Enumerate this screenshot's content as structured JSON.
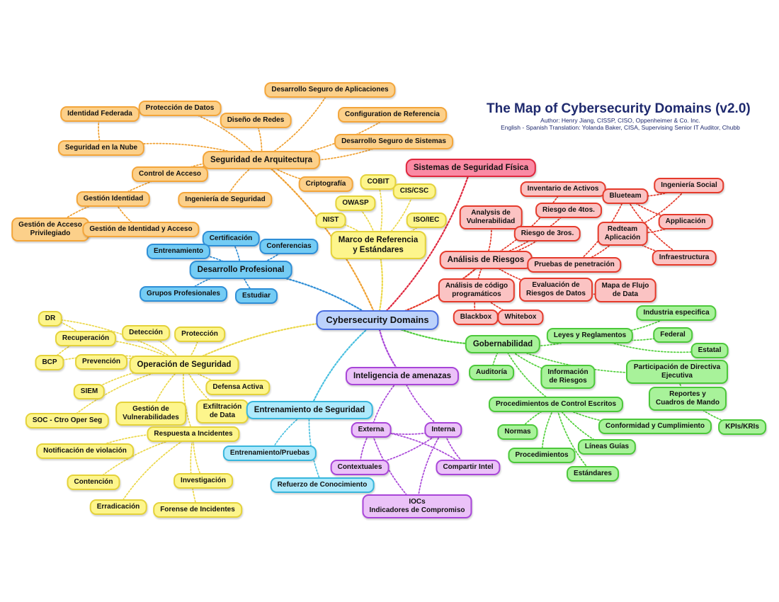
{
  "header": {
    "title": "The Map of Cybersecurity Domains (v2.0)",
    "author": "Author: Henry Jiang, CISSP, CISO, Oppenheimer & Co. Inc.",
    "translation": "English - Spanish Translation: Yolanda Baker, CISA, Supervising Senior IT Auditor, Chubb"
  },
  "colors": {
    "orange": {
      "fill": "#fcd08a",
      "border": "#f3a53a",
      "line": "#f0a030"
    },
    "yellow": {
      "fill": "#fdf58c",
      "border": "#e4d23a",
      "line": "#ecd84a"
    },
    "blue": {
      "fill": "#74ccf4",
      "border": "#2e8ed6",
      "line": "#2e8ed6"
    },
    "cyan": {
      "fill": "#aeeafc",
      "border": "#38b6dc",
      "line": "#4ac0e0"
    },
    "red": {
      "fill": "#fbc3c3",
      "border": "#e53a2b",
      "line": "#e53a2b"
    },
    "pink": {
      "fill": "#fa8aa4",
      "border": "#e0283e",
      "line": "#e0283e"
    },
    "green": {
      "fill": "#a8f29a",
      "border": "#4cc83a",
      "line": "#52d03c"
    },
    "purple": {
      "fill": "#ebc2f8",
      "border": "#a845d8",
      "line": "#a845d8"
    },
    "root": {
      "fill": "#bcd2fb",
      "border": "#4a6ee0",
      "line": "#4a6ee0"
    }
  },
  "nodes": [
    {
      "id": "root",
      "label": "Cybersecurity Domains",
      "color": "root",
      "size": "root"
    },
    {
      "id": "arq",
      "label": "Seguridad de Arquitectuŗa",
      "color": "orange",
      "size": "big"
    },
    {
      "id": "dsa",
      "label": "Desarrollo Seguro de Aplicaciones",
      "color": "orange"
    },
    {
      "id": "pdd",
      "label": "Protección de Datos",
      "color": "orange"
    },
    {
      "id": "idf",
      "label": "Identidad Federada",
      "color": "orange"
    },
    {
      "id": "ddr",
      "label": "Diseño de Redes",
      "color": "orange"
    },
    {
      "id": "cdr",
      "label": "Configuration de Referencia",
      "color": "orange"
    },
    {
      "id": "dss",
      "label": "Desarrollo Seguro de Sistemas",
      "color": "orange"
    },
    {
      "id": "sen",
      "label": "Seguridad en la Nube",
      "color": "orange"
    },
    {
      "id": "cda",
      "label": "Control de Acceso",
      "color": "orange"
    },
    {
      "id": "gid",
      "label": "Gestión Identidad",
      "color": "orange"
    },
    {
      "id": "crp",
      "label": "Criptografía",
      "color": "orange"
    },
    {
      "id": "ids",
      "label": "Ingeniería de Seguridad",
      "color": "orange"
    },
    {
      "id": "gap",
      "label": "Gestión de Acceso\nPrivilegiado",
      "color": "orange"
    },
    {
      "id": "gia",
      "label": "Gestión de Identidad y Acceso",
      "color": "orange"
    },
    {
      "id": "sf",
      "label": "Sistemas de Seguridad Física",
      "color": "pink",
      "size": "big"
    },
    {
      "id": "mre",
      "label": "Marco de Referencia\ny Estándares",
      "color": "yellow",
      "size": "big"
    },
    {
      "id": "cob",
      "label": "COBIT",
      "color": "yellow"
    },
    {
      "id": "cis",
      "label": "CIS/CSC",
      "color": "yellow"
    },
    {
      "id": "owa",
      "label": "OWASP",
      "color": "yellow"
    },
    {
      "id": "nis",
      "label": "NIST",
      "color": "yellow"
    },
    {
      "id": "iso",
      "label": "ISO/IEC",
      "color": "yellow"
    },
    {
      "id": "dp",
      "label": "Desarrollo Profesional",
      "color": "blue",
      "size": "big"
    },
    {
      "id": "cer",
      "label": "Certificación",
      "color": "blue"
    },
    {
      "id": "con",
      "label": "Conferencias",
      "color": "blue"
    },
    {
      "id": "ent",
      "label": "Entrenamiento",
      "color": "blue"
    },
    {
      "id": "gpr",
      "label": "Grupos Profesionales",
      "color": "blue"
    },
    {
      "id": "est",
      "label": "Estudiar",
      "color": "blue"
    },
    {
      "id": "ar",
      "label": "Análisis de Riesgos",
      "color": "red",
      "size": "big"
    },
    {
      "id": "ina",
      "label": "Inventario de Activos",
      "color": "red"
    },
    {
      "id": "avu",
      "label": "Analysis de\nVulnerabilidad",
      "color": "red"
    },
    {
      "id": "r4",
      "label": "Riesgo de 4tos.",
      "color": "red"
    },
    {
      "id": "r3",
      "label": "Riesgo de 3ros.",
      "color": "red"
    },
    {
      "id": "blu",
      "label": "Blueteam",
      "color": "red"
    },
    {
      "id": "ins",
      "label": "Ingeniería Social",
      "color": "red"
    },
    {
      "id": "red",
      "label": "Redteam\nAplicación",
      "color": "red"
    },
    {
      "id": "app",
      "label": "Applicación",
      "color": "red"
    },
    {
      "id": "inf",
      "label": "Infraestructura",
      "color": "red"
    },
    {
      "id": "pdp",
      "label": "Pruebas de penetración",
      "color": "red"
    },
    {
      "id": "acp",
      "label": "Análisis de código\nprogramáticos",
      "color": "red"
    },
    {
      "id": "erd",
      "label": "Evaluación de\nRiesgos de Datos",
      "color": "red"
    },
    {
      "id": "mfd",
      "label": "Mapa de Flujo\nde Data",
      "color": "red"
    },
    {
      "id": "bbx",
      "label": "Blackbox",
      "color": "red"
    },
    {
      "id": "wbx",
      "label": "Whitebox",
      "color": "red"
    },
    {
      "id": "os",
      "label": "Operación de Seguridad",
      "color": "yellow",
      "size": "big"
    },
    {
      "id": "dr",
      "label": "DR",
      "color": "yellow"
    },
    {
      "id": "rec",
      "label": "Recuperación",
      "color": "yellow"
    },
    {
      "id": "det",
      "label": "Detección",
      "color": "yellow"
    },
    {
      "id": "pro",
      "label": "Protección",
      "color": "yellow"
    },
    {
      "id": "bcp",
      "label": "BCP",
      "color": "yellow"
    },
    {
      "id": "pre",
      "label": "Prevención",
      "color": "yellow"
    },
    {
      "id": "siem",
      "label": "SIEM",
      "color": "yellow"
    },
    {
      "id": "dfa",
      "label": "Defensa Activa",
      "color": "yellow"
    },
    {
      "id": "gvu",
      "label": "Gestión de\nVulnerabilidades",
      "color": "yellow"
    },
    {
      "id": "exf",
      "label": "Exfiltración\nde Data",
      "color": "yellow"
    },
    {
      "id": "soc",
      "label": "SOC -  Ctro Oper Seg",
      "color": "yellow"
    },
    {
      "id": "rai",
      "label": "Respuesta a Incidentes",
      "color": "yellow"
    },
    {
      "id": "ndv",
      "label": "Notificación de violación",
      "color": "yellow"
    },
    {
      "id": "cnt",
      "label": "Contención",
      "color": "yellow"
    },
    {
      "id": "inv",
      "label": "Investigación",
      "color": "yellow"
    },
    {
      "id": "err",
      "label": "Erradicación",
      "color": "yellow"
    },
    {
      "id": "fdi",
      "label": "Forense de Incidentes",
      "color": "yellow"
    },
    {
      "id": "es",
      "label": "Entrenamiento de Seguridad",
      "color": "cyan",
      "size": "big"
    },
    {
      "id": "enp",
      "label": "Entrenamiento/Pruebas",
      "color": "cyan"
    },
    {
      "id": "rfc",
      "label": "Refuerzo de Conocimiento",
      "color": "cyan"
    },
    {
      "id": "ia",
      "label": "Inteligencia de amenazas",
      "color": "purple",
      "size": "big"
    },
    {
      "id": "ext",
      "label": "Externa",
      "color": "purple"
    },
    {
      "id": "int",
      "label": "Interna",
      "color": "purple"
    },
    {
      "id": "ctx",
      "label": "Contextuales",
      "color": "purple"
    },
    {
      "id": "cin",
      "label": "Compartir Intel",
      "color": "purple"
    },
    {
      "id": "ioc",
      "label": "IOCs\nIndicadores de Compromiso",
      "color": "purple"
    },
    {
      "id": "gob",
      "label": "Gobernabilidad",
      "color": "green",
      "size": "big"
    },
    {
      "id": "lyr",
      "label": "Leyes y Reglamentos",
      "color": "green"
    },
    {
      "id": "iesp",
      "label": "Industria especifica",
      "color": "green"
    },
    {
      "id": "fed",
      "label": "Federal",
      "color": "green"
    },
    {
      "id": "esta",
      "label": "Estatal",
      "color": "green"
    },
    {
      "id": "aud",
      "label": "Auditoría",
      "color": "green"
    },
    {
      "id": "idr",
      "label": "Información\nde Riesgos",
      "color": "green"
    },
    {
      "id": "pde",
      "label": "Participación de Directiva Ejecutiva",
      "color": "green"
    },
    {
      "id": "ryc",
      "label": "Reportes y\nCuadros de Mando",
      "color": "green"
    },
    {
      "id": "kpi",
      "label": "KPIs/KRIs",
      "color": "green"
    },
    {
      "id": "pce",
      "label": "Procedimientos de Control Escritos",
      "color": "green"
    },
    {
      "id": "nor",
      "label": "Normas",
      "color": "green"
    },
    {
      "id": "cyc",
      "label": "Conformidad y Cumplimiento",
      "color": "green"
    },
    {
      "id": "prc",
      "label": "Procedimientos",
      "color": "green"
    },
    {
      "id": "lg",
      "label": "Líneas Guías",
      "color": "green"
    },
    {
      "id": "std",
      "label": "Estándares",
      "color": "green"
    }
  ],
  "links": [
    [
      "root",
      "arq",
      "orange"
    ],
    [
      "root",
      "sf",
      "pink"
    ],
    [
      "root",
      "mre",
      "yellow"
    ],
    [
      "root",
      "dp",
      "blue"
    ],
    [
      "root",
      "ar",
      "red"
    ],
    [
      "root",
      "os",
      "yellow"
    ],
    [
      "root",
      "es",
      "cyan"
    ],
    [
      "root",
      "ia",
      "purple"
    ],
    [
      "root",
      "gob",
      "green"
    ],
    [
      "arq",
      "dsa",
      "orange"
    ],
    [
      "arq",
      "pdd",
      "orange"
    ],
    [
      "arq",
      "ddr",
      "orange"
    ],
    [
      "arq",
      "cdr",
      "orange"
    ],
    [
      "arq",
      "dss",
      "orange"
    ],
    [
      "arq",
      "sen",
      "orange"
    ],
    [
      "idf",
      "sen",
      "orange"
    ],
    [
      "arq",
      "cda",
      "orange"
    ],
    [
      "arq",
      "gid",
      "orange"
    ],
    [
      "arq",
      "crp",
      "orange"
    ],
    [
      "arq",
      "ids",
      "orange"
    ],
    [
      "gid",
      "gap",
      "orange"
    ],
    [
      "gid",
      "gia",
      "orange"
    ],
    [
      "mre",
      "cob",
      "yellow"
    ],
    [
      "mre",
      "cis",
      "yellow"
    ],
    [
      "mre",
      "owa",
      "yellow"
    ],
    [
      "mre",
      "nis",
      "yellow"
    ],
    [
      "mre",
      "iso",
      "yellow"
    ],
    [
      "dp",
      "cer",
      "blue"
    ],
    [
      "dp",
      "con",
      "blue"
    ],
    [
      "dp",
      "ent",
      "blue"
    ],
    [
      "dp",
      "gpr",
      "blue"
    ],
    [
      "dp",
      "est",
      "blue"
    ],
    [
      "ar",
      "ina",
      "red"
    ],
    [
      "ar",
      "avu",
      "red"
    ],
    [
      "ar",
      "r4",
      "red"
    ],
    [
      "ar",
      "r3",
      "red"
    ],
    [
      "ar",
      "pdp",
      "red"
    ],
    [
      "ar",
      "acp",
      "red"
    ],
    [
      "ar",
      "erd",
      "red"
    ],
    [
      "pdp",
      "blu",
      "red"
    ],
    [
      "pdp",
      "red",
      "red"
    ],
    [
      "erd",
      "mfd",
      "red"
    ],
    [
      "acp",
      "bbx",
      "red"
    ],
    [
      "acp",
      "wbx",
      "red"
    ],
    [
      "blu",
      "ins",
      "red"
    ],
    [
      "blu",
      "app",
      "red"
    ],
    [
      "blu",
      "inf",
      "red"
    ],
    [
      "red",
      "ins",
      "red"
    ],
    [
      "red",
      "app",
      "red"
    ],
    [
      "red",
      "inf",
      "red"
    ],
    [
      "os",
      "dr",
      "yellow"
    ],
    [
      "os",
      "rec",
      "yellow"
    ],
    [
      "os",
      "det",
      "yellow"
    ],
    [
      "os",
      "pro",
      "yellow"
    ],
    [
      "os",
      "bcp",
      "yellow"
    ],
    [
      "os",
      "pre",
      "yellow"
    ],
    [
      "os",
      "siem",
      "yellow"
    ],
    [
      "os",
      "dfa",
      "yellow"
    ],
    [
      "os",
      "gvu",
      "yellow"
    ],
    [
      "os",
      "exf",
      "yellow"
    ],
    [
      "os",
      "soc",
      "yellow"
    ],
    [
      "os",
      "rai",
      "yellow"
    ],
    [
      "rec",
      "dr",
      "yellow"
    ],
    [
      "rec",
      "bcp",
      "yellow"
    ],
    [
      "rai",
      "ndv",
      "yellow"
    ],
    [
      "rai",
      "cnt",
      "yellow"
    ],
    [
      "rai",
      "inv",
      "yellow"
    ],
    [
      "rai",
      "err",
      "yellow"
    ],
    [
      "rai",
      "fdi",
      "yellow"
    ],
    [
      "es",
      "enp",
      "cyan"
    ],
    [
      "es",
      "rfc",
      "cyan"
    ],
    [
      "ia",
      "ext",
      "purple"
    ],
    [
      "ia",
      "int",
      "purple"
    ],
    [
      "ext",
      "ctx",
      "purple"
    ],
    [
      "int",
      "cin",
      "purple"
    ],
    [
      "ext",
      "ioc",
      "purple"
    ],
    [
      "int",
      "ioc",
      "purple"
    ],
    [
      "ext",
      "int",
      "purple"
    ],
    [
      "ctx",
      "int",
      "purple"
    ],
    [
      "cin",
      "ext",
      "purple"
    ],
    [
      "gob",
      "lyr",
      "green"
    ],
    [
      "lyr",
      "iesp",
      "green"
    ],
    [
      "lyr",
      "fed",
      "green"
    ],
    [
      "lyr",
      "esta",
      "green"
    ],
    [
      "gob",
      "aud",
      "green"
    ],
    [
      "gob",
      "idr",
      "green"
    ],
    [
      "gob",
      "pde",
      "green"
    ],
    [
      "pde",
      "ryc",
      "green"
    ],
    [
      "ryc",
      "kpi",
      "green"
    ],
    [
      "gob",
      "pce",
      "green"
    ],
    [
      "pce",
      "nor",
      "green"
    ],
    [
      "pce",
      "cyc",
      "green"
    ],
    [
      "pce",
      "prc",
      "green"
    ],
    [
      "pce",
      "lg",
      "green"
    ],
    [
      "pce",
      "std",
      "green"
    ]
  ]
}
